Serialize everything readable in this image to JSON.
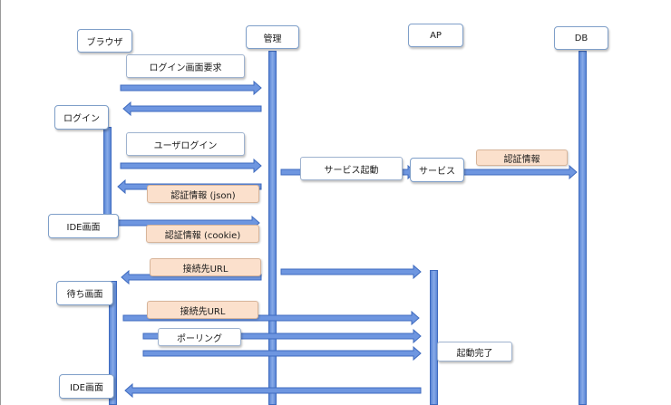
{
  "actors": {
    "browser": "ブラウザ",
    "admin": "管理",
    "ap": "AP",
    "db": "DB"
  },
  "states": {
    "login": "ログイン",
    "ide1": "IDE画面",
    "waiting": "待ち画面",
    "ide2": "IDE画面",
    "service": "サービス"
  },
  "messages": {
    "login_request": "ログイン画面要求",
    "user_login": "ユーザログイン",
    "service_start": "サービス起動",
    "auth_info_db": "認証情報",
    "auth_info_json": "認証情報 (json)",
    "auth_info_cookie": "認証情報 (cookie)",
    "conn_url_1": "接続先URL",
    "conn_url_2": "接続先URL",
    "polling": "ポーリング",
    "startup_complete": "起動完了"
  },
  "colors": {
    "arrow_fill": "#6e96e0",
    "arrow_stroke": "#3f6bbf",
    "peach_label": "#fbe0cc"
  }
}
